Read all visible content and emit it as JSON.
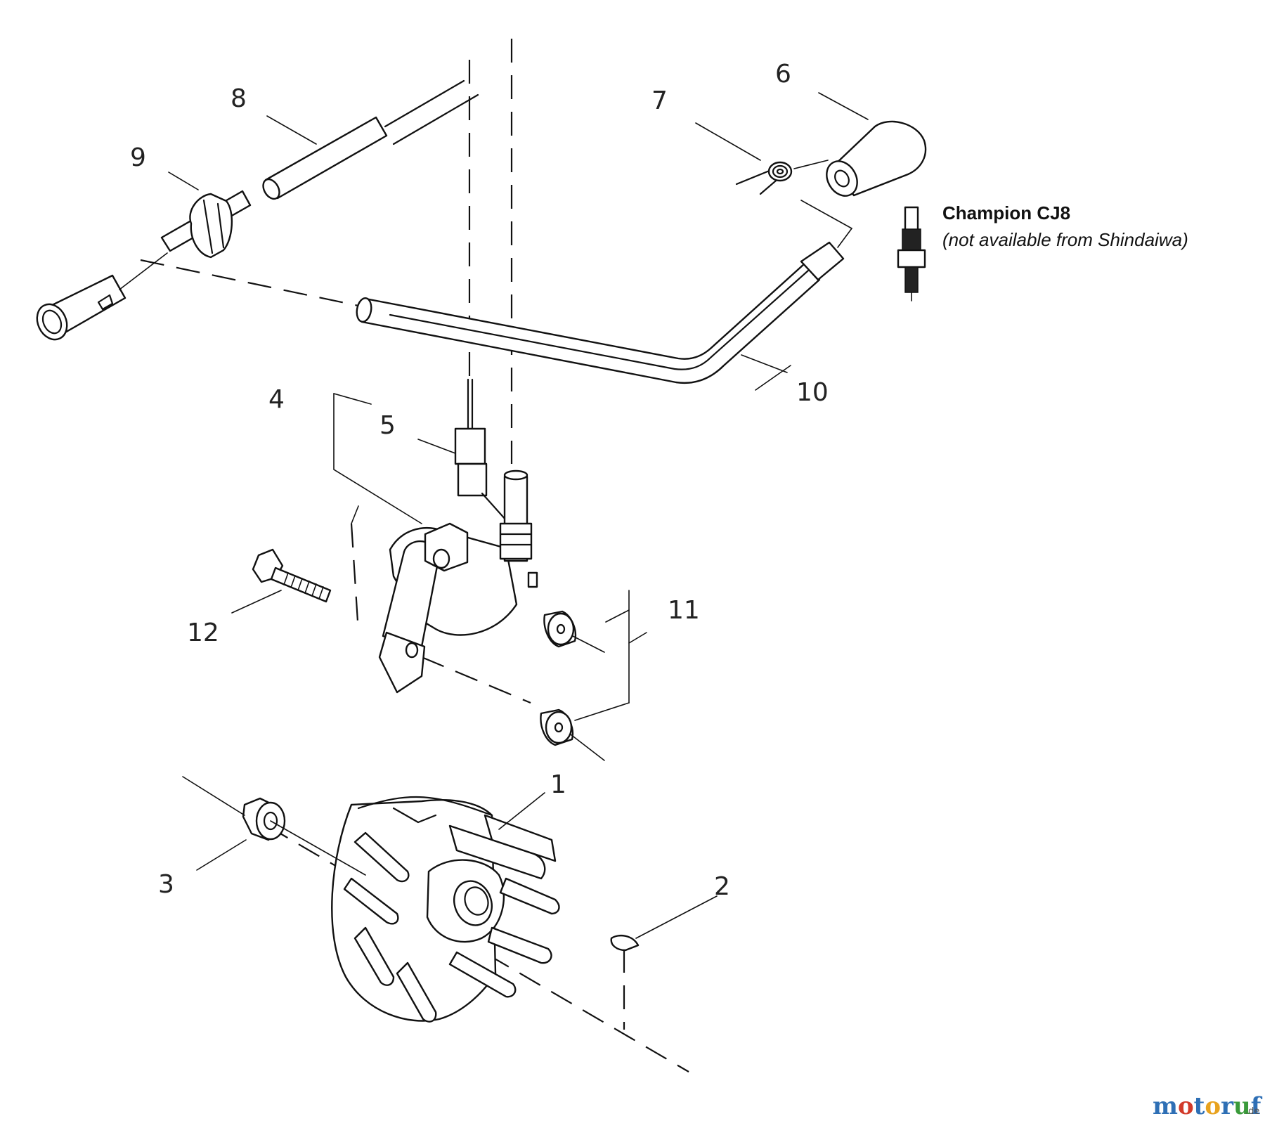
{
  "callouts": {
    "c1": "1",
    "c2": "2",
    "c3": "3",
    "c4": "4",
    "c5": "5",
    "c6": "6",
    "c7": "7",
    "c8": "8",
    "c9": "9",
    "c10": "10",
    "c11": "11",
    "c12": "12"
  },
  "spark_plug_note": {
    "model": "Champion CJ8",
    "availability": "(not available from Shindaiwa)"
  },
  "watermark": {
    "brand_letters": [
      "m",
      "o",
      "t",
      "o",
      "r",
      "u",
      "f"
    ],
    "brand_colors": [
      "#2e6fb5",
      "#d23a2a",
      "#2e6fb5",
      "#e8a21e",
      "#2e6fb5",
      "#3a9a3a",
      "#2e6fb5"
    ],
    "tld": ".de"
  }
}
